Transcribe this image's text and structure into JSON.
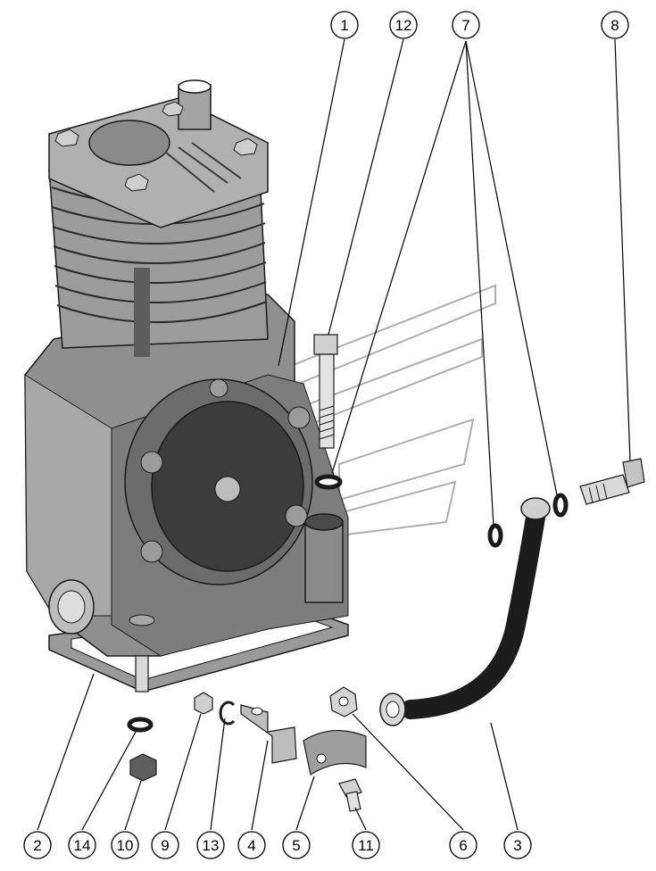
{
  "callouts": {
    "c1": "1",
    "c12": "12",
    "c7": "7",
    "c8": "8",
    "c2": "2",
    "c14": "14",
    "c10": "10",
    "c9": "9",
    "c13": "13",
    "c4": "4",
    "c5": "5",
    "c11": "11",
    "c6": "6",
    "c3": "3"
  },
  "colors": {
    "body": "#8f8f8f",
    "body_dark": "#5d5d5d",
    "body_light": "#b9b9b9",
    "hose": "#1c1c1c",
    "line": "#000000",
    "watermark": "#9a9a9a"
  }
}
